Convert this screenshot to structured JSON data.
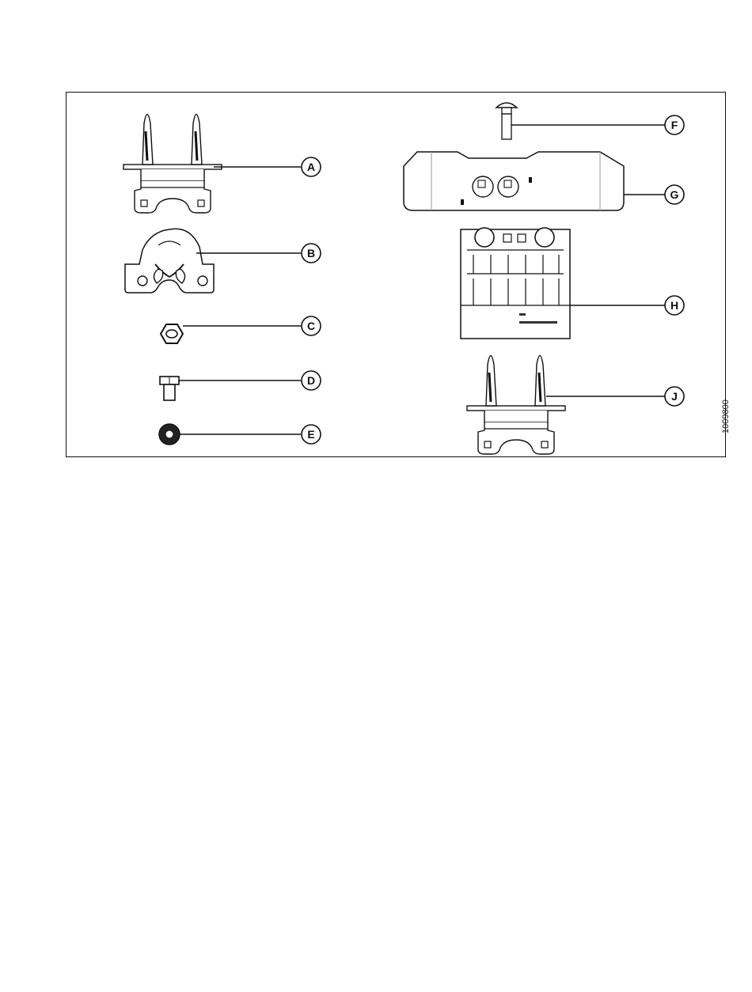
{
  "figure": {
    "figure_id": "1009800",
    "callouts": [
      {
        "key": "A",
        "label": "A",
        "part": "knife-guard-double-short"
      },
      {
        "key": "B",
        "label": "B",
        "part": "guard-clip"
      },
      {
        "key": "C",
        "label": "C",
        "part": "hex-nut"
      },
      {
        "key": "D",
        "label": "D",
        "part": "bolt"
      },
      {
        "key": "E",
        "label": "E",
        "part": "washer"
      },
      {
        "key": "F",
        "label": "F",
        "part": "carriage-bolt"
      },
      {
        "key": "G",
        "label": "G",
        "part": "hold-down-plate"
      },
      {
        "key": "H",
        "label": "H",
        "part": "hold-down-block"
      },
      {
        "key": "J",
        "label": "J",
        "part": "knife-guard-double-long"
      }
    ]
  }
}
